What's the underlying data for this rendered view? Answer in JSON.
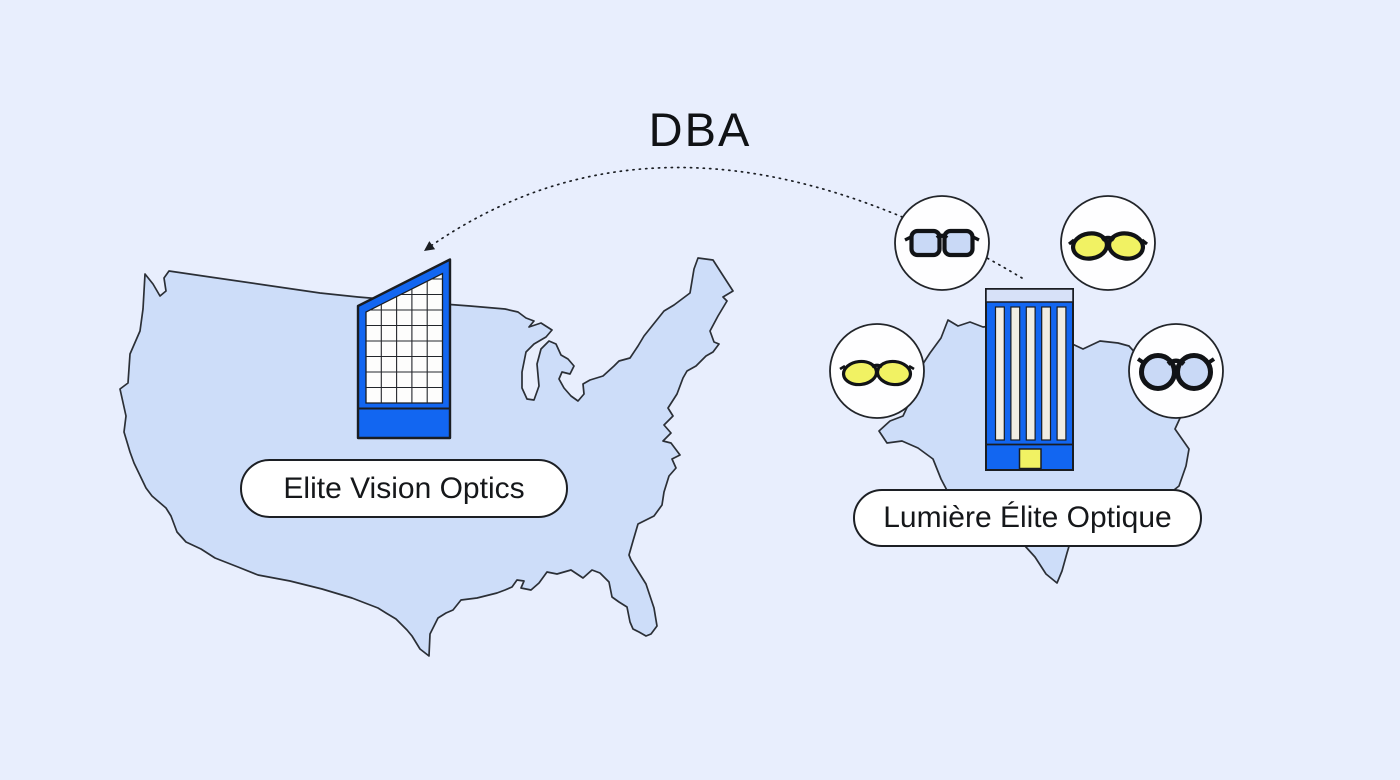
{
  "heading": {
    "label": "DBA"
  },
  "arrow": {
    "icon": "dotted-arc-arrow",
    "style": "dotted",
    "direction": "from-france-building-to-usa-map"
  },
  "usa": {
    "map_icon": "usa-map",
    "building_icon": "angled-grid-tower-building",
    "label": "Elite Vision Optics"
  },
  "france": {
    "map_icon": "france-map",
    "building_icon": "striped-tower-building",
    "label": "Lumière Élite Optique",
    "glasses_icons": [
      {
        "icon": "wayfarer-glasses",
        "lens_color": "#c9d9f6",
        "position": "top-left"
      },
      {
        "icon": "cat-eye-glasses",
        "lens_color": "#f1f263",
        "position": "top-right"
      },
      {
        "icon": "oval-glasses",
        "lens_color": "#f1f263",
        "position": "mid-left"
      },
      {
        "icon": "round-glasses",
        "lens_color": "#c9d9f6",
        "position": "mid-right"
      }
    ]
  },
  "colors": {
    "background": "#e8eefd",
    "map_fill": "#cdddf9",
    "outline": "#2b2f36",
    "building_blue": "#1266f1",
    "accent_yellow": "#f1f263",
    "lens_blue": "#c9d9f6",
    "stripe_cream": "#f0ede3",
    "band_light": "#d7e1f8",
    "pill_fill": "#ffffff",
    "text": "#121316"
  }
}
